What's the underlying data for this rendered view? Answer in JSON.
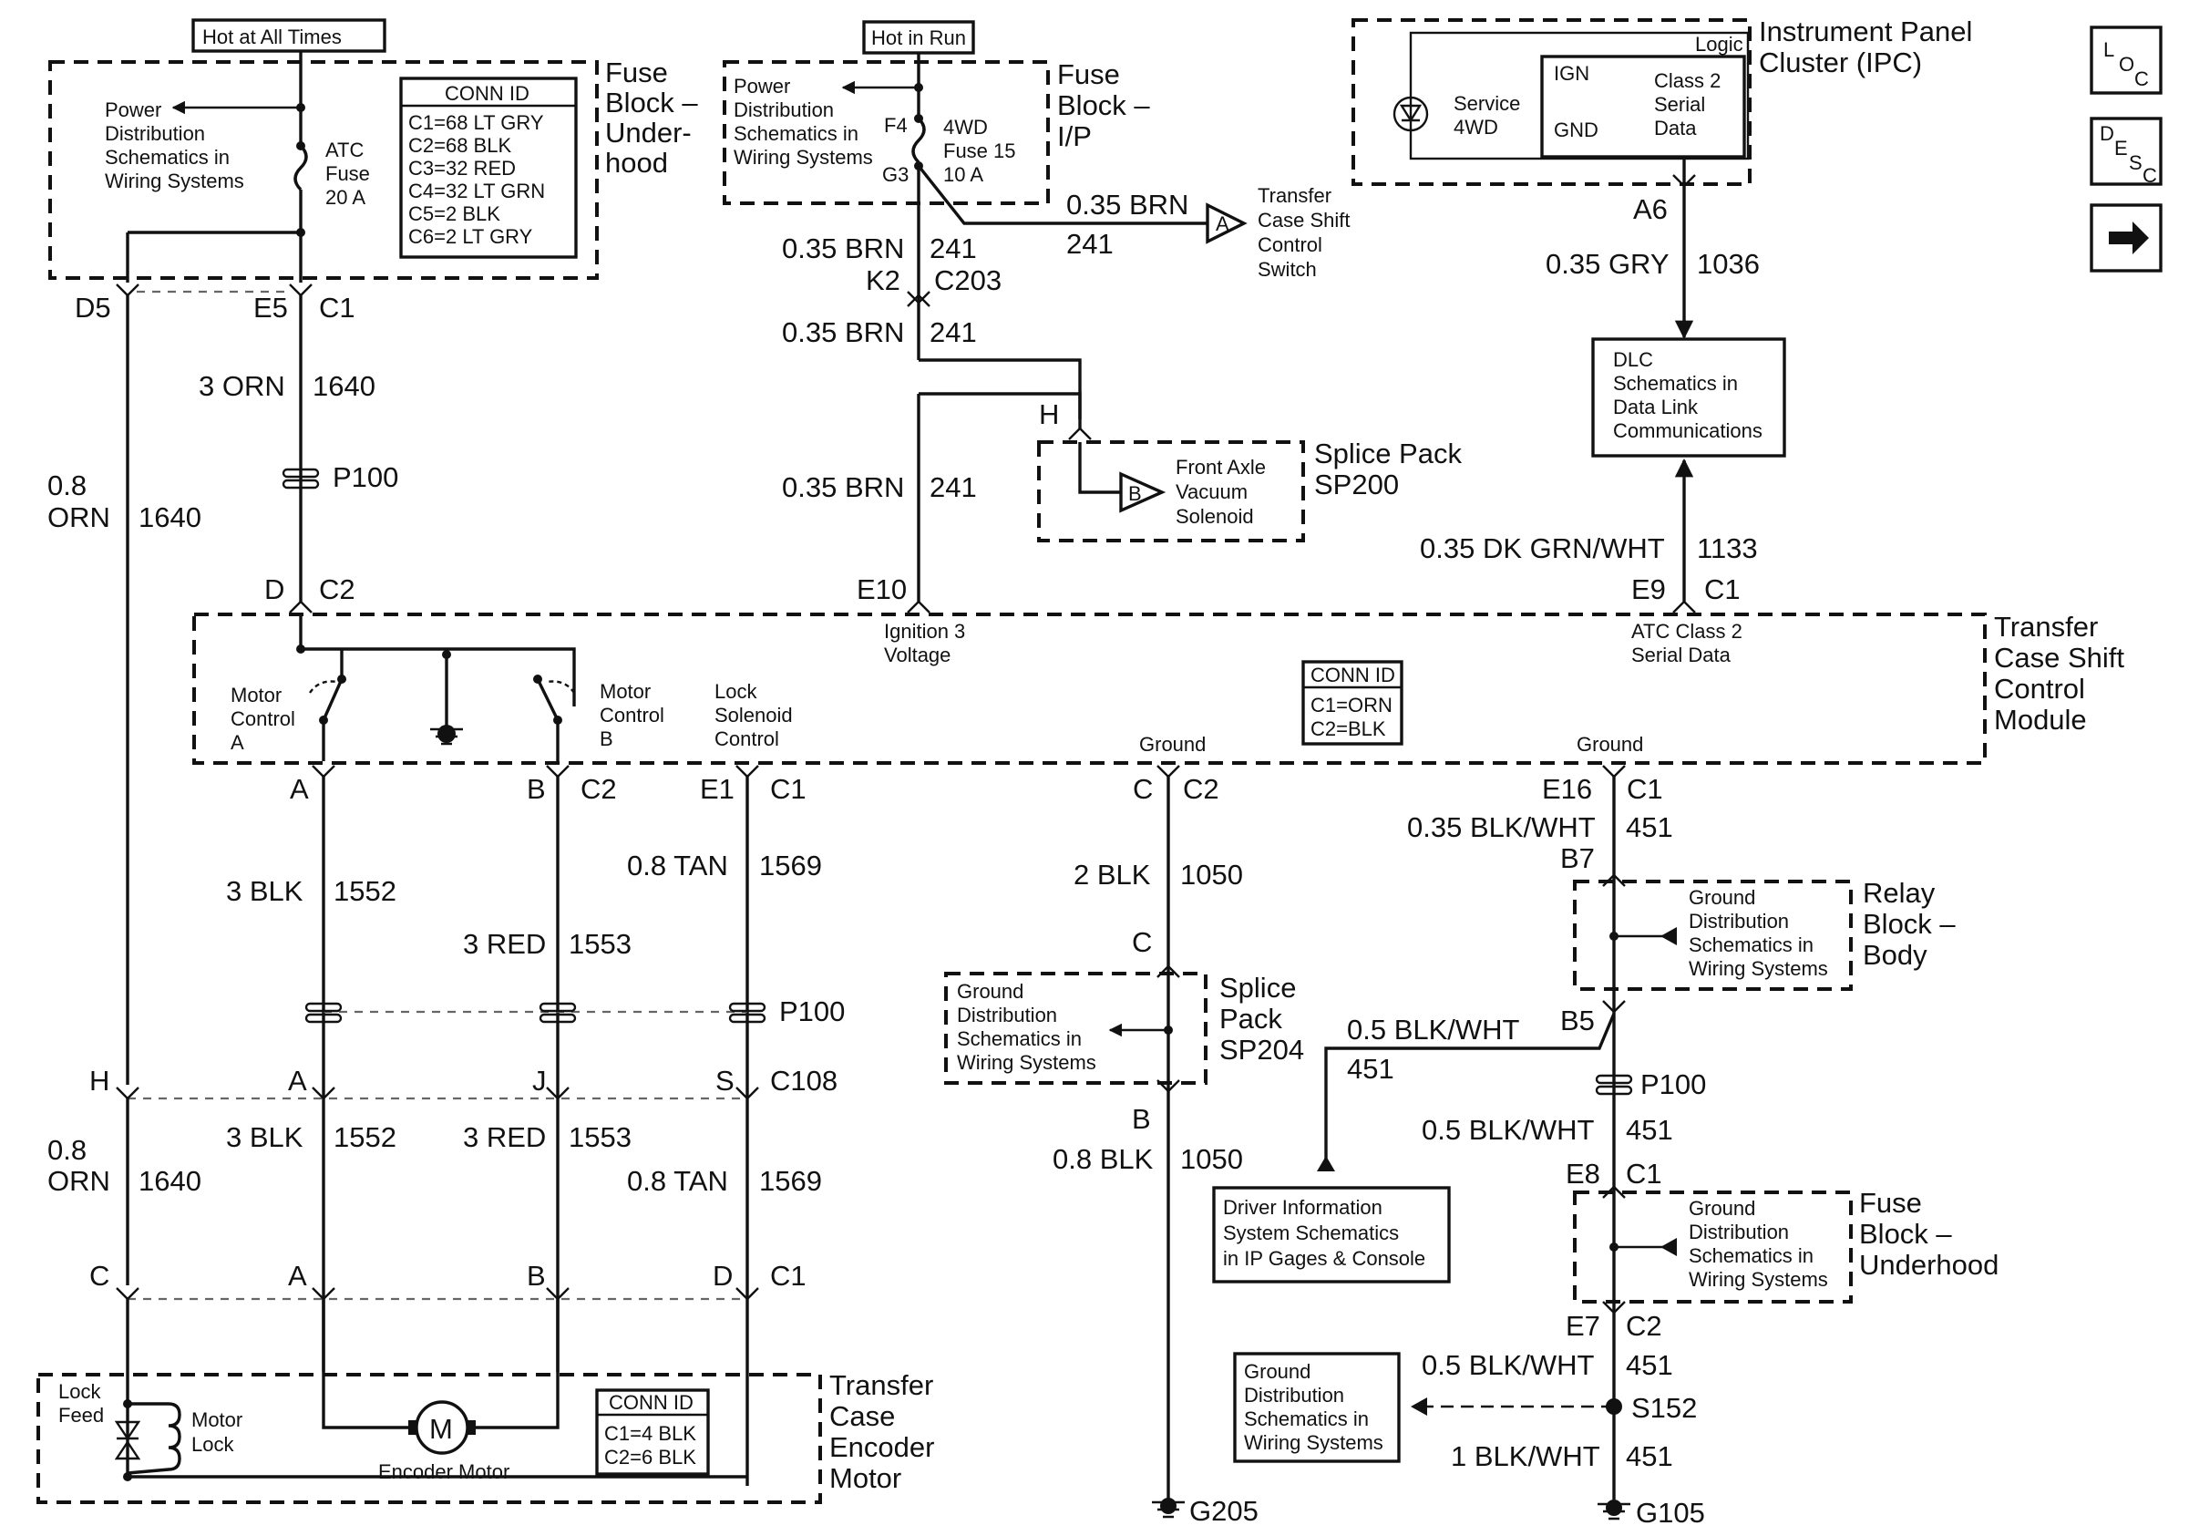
{
  "nav": {
    "loc": {
      "l1": "L",
      "l2": "O",
      "l3": "C"
    },
    "desc": {
      "l1": "D",
      "l2": "E",
      "l3": "S",
      "l4": "C"
    },
    "next_icon": "arrow-right-icon"
  },
  "labels": {
    "hot_at_all_times": "Hot at All Times",
    "hot_in_run": "Hot in Run",
    "power_dist_1": [
      "Power",
      "Distribution",
      "Schematics in",
      "Wiring Systems"
    ],
    "power_dist_2": [
      "Power",
      "Distribution",
      "Schematics in",
      "Wiring Systems"
    ],
    "atc_fuse": [
      "ATC",
      "Fuse",
      "20 A"
    ],
    "fuse_block_underhood_top": [
      "Fuse",
      "Block –",
      "Under-",
      "hood"
    ],
    "conn_id_top": {
      "title": "CONN ID",
      "lines": [
        "C1=68 LT GRY",
        "C2=68 BLK",
        "C3=32 RED",
        "C4=32 LT GRN",
        "C5=2 BLK",
        "C6=2 LT GRY"
      ]
    },
    "fuse_ip": {
      "f4": "F4",
      "g3": "G3",
      "name": [
        "4WD",
        "Fuse 15",
        "10 A"
      ]
    },
    "fuse_block_ip": [
      "Fuse",
      "Block –",
      "I/P"
    ],
    "ipc": [
      "Instrument Panel",
      "Cluster (IPC)"
    ],
    "ipc_inner": {
      "logic": "Logic",
      "ign": "IGN",
      "gnd": "GND",
      "class2": [
        "Class 2",
        "Serial",
        "Data"
      ],
      "service": [
        "Service",
        "4WD"
      ]
    },
    "transfer_case_switch": [
      "Transfer",
      "Case Shift",
      "Control",
      "Switch"
    ],
    "dlc": [
      "DLC",
      "Schematics in",
      "Data Link",
      "Communications"
    ],
    "splice_sp200": [
      "Splice Pack",
      "SP200"
    ],
    "front_axle": [
      "Front Axle",
      "Vacuum",
      "Solenoid"
    ],
    "tccm": [
      "Transfer",
      "Case Shift",
      "Control",
      "Module"
    ],
    "tccm_inner": {
      "ign3": [
        "Ignition 3",
        "Voltage"
      ],
      "atc_class2": [
        "ATC Class 2",
        "Serial Data"
      ],
      "motor_a": [
        "Motor",
        "Control",
        "A"
      ],
      "motor_b": [
        "Motor",
        "Control",
        "B"
      ],
      "lock_sol": [
        "Lock",
        "Solenoid",
        "Control"
      ],
      "ground1": "Ground",
      "ground2": "Ground",
      "conn_title": "CONN ID",
      "conn_lines": [
        "C1=ORN",
        "C2=BLK"
      ]
    },
    "splice_sp204": [
      "Splice",
      "Pack",
      "SP204"
    ],
    "ground_dist_1": [
      "Ground",
      "Distribution",
      "Schematics in",
      "Wiring Systems"
    ],
    "ground_dist_2": [
      "Ground",
      "Distribution",
      "Schematics in",
      "Wiring Systems"
    ],
    "ground_dist_3": [
      "Ground",
      "Distribution",
      "Schematics in",
      "Wiring Systems"
    ],
    "ground_dist_4": [
      "Ground",
      "Distribution",
      "Schematics in",
      "Wiring Systems"
    ],
    "relay_block_body": [
      "Relay",
      "Block –",
      "Body"
    ],
    "fuse_block_underhood_bot": [
      "Fuse",
      "Block –",
      "Underhood"
    ],
    "driver_info": [
      "Driver Information",
      "System Schematics",
      "in IP Gages & Console"
    ],
    "encoder": {
      "title": [
        "Transfer",
        "Case",
        "Encoder",
        "Motor"
      ],
      "lock_feed": [
        "Lock",
        "Feed"
      ],
      "motor_lock": [
        "Motor",
        "Lock"
      ],
      "motor": "M",
      "encoder_motor": "Encoder Motor",
      "conn_title": "CONN ID",
      "conn_lines": [
        "C1=4 BLK",
        "C2=6 BLK"
      ]
    }
  },
  "pins": {
    "d5": "D5",
    "e5": "E5",
    "c1a": "C1",
    "k2": "K2",
    "c203": "C203",
    "h_sp200": "H",
    "a6": "A6",
    "e10": "E10",
    "e9": "E9",
    "c1b": "C1",
    "d": "D",
    "c2a": "C2",
    "a1": "A",
    "b1": "B",
    "c2b": "C2",
    "e1": "E1",
    "c1c": "C1",
    "c_g": "C",
    "c2c": "C2",
    "e16": "E16",
    "c1d": "C1",
    "b7": "B7",
    "c_sp": "C",
    "b5": "B5",
    "h_c108": "H",
    "a2": "A",
    "j": "J",
    "s": "S",
    "c108": "C108",
    "b_sp": "B",
    "e8": "E8",
    "c1e": "C1",
    "c_enc": "C",
    "a3": "A",
    "b3": "B",
    "d_enc": "D",
    "c1f": "C1",
    "e7": "E7",
    "c2d": "C2",
    "a_tcs": "A",
    "b_fa": "B"
  },
  "wires": {
    "w3orn": {
      "g": "3 ORN",
      "n": "1640"
    },
    "w08orn_a": {
      "g": [
        "0.8",
        "ORN"
      ],
      "n": "1640"
    },
    "w08orn_b": {
      "g": [
        "0.8",
        "ORN"
      ],
      "n": "1640"
    },
    "brn1": {
      "g": "0.35 BRN",
      "n": "241"
    },
    "brn2": {
      "g": "0.35 BRN",
      "n": "241"
    },
    "brn3": {
      "g": "0.35 BRN",
      "n": "241"
    },
    "brn_tcs": {
      "g": "0.35 BRN",
      "n": "241"
    },
    "gry": {
      "g": "0.35 GRY",
      "n": "1036"
    },
    "dkgrn": {
      "g": "0.35 DK GRN/WHT",
      "n": "1133"
    },
    "blk1552a": {
      "g": "3 BLK",
      "n": "1552"
    },
    "red1553a": {
      "g": "3 RED",
      "n": "1553"
    },
    "tan1569a": {
      "g": "0.8 TAN",
      "n": "1569"
    },
    "blk1552b": {
      "g": "3 BLK",
      "n": "1552"
    },
    "red1553b": {
      "g": "3 RED",
      "n": "1553"
    },
    "tan1569b": {
      "g": "0.8 TAN",
      "n": "1569"
    },
    "blk1050a": {
      "g": "2 BLK",
      "n": "1050"
    },
    "blk1050b": {
      "g": "0.8 BLK",
      "n": "1050"
    },
    "bw451a": {
      "g": "0.35 BLK/WHT",
      "n": "451"
    },
    "bw451b": {
      "g": "0.5 BLK/WHT",
      "n": "451"
    },
    "bw451c": {
      "g": "0.5 BLK/WHT",
      "n": "451"
    },
    "bw451d": {
      "g": "0.5 BLK/WHT",
      "n": "451"
    },
    "bw451e": {
      "g": "1 BLK/WHT",
      "n": "451"
    }
  },
  "components": {
    "p100a": "P100",
    "p100b": "P100",
    "p100c": "P100",
    "g205": "G205",
    "g105": "G105",
    "s152": "S152"
  }
}
